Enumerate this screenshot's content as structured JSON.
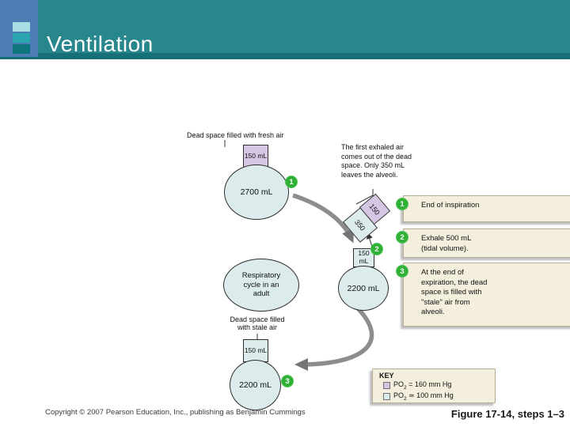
{
  "header": {
    "title": "Ventilation"
  },
  "diagram": {
    "fresh_label": "Dead space filled with fresh air",
    "stale_label": "Dead space filled with stale air",
    "tube_fresh": "150 mL",
    "tube_mid": "150 mL",
    "tube_stale": "150 mL",
    "balloon_inspiration": "2700 mL",
    "balloon_mid": "2200 mL",
    "balloon_end": "2200 mL",
    "cycle_label": "Respiratory cycle in an adult",
    "note": "The first exhaled air comes out of the dead space. Only 350 mL leaves the alveoli.",
    "segment_dead_space": "150",
    "segment_alveolar": "350"
  },
  "steps": [
    {
      "num": "1",
      "text": "End of inspiration"
    },
    {
      "num": "2",
      "text": "Exhale 500 mL (tidal volume)."
    },
    {
      "num": "3",
      "text": "At the end of expiration, the dead space is filled with \"stale\" air from alveoli."
    }
  ],
  "key": {
    "title": "KEY",
    "entries": [
      {
        "pre": "PO",
        "sub": "2",
        "post": " = 160 mm Hg"
      },
      {
        "pre": "PO",
        "sub": "2",
        "post": " ≃ 100 mm Hg"
      }
    ]
  },
  "footer": {
    "copyright": "Copyright © 2007 Pearson Education, Inc., publishing as Benjamin Cummings",
    "figure": "Figure 17-14, steps 1–3"
  },
  "colors": {
    "header_teal": "#28868D",
    "header_strip": "#176F77",
    "corner_blue": "#4D7DB5",
    "step_green": "#2EB135",
    "dead_space_purple": "#D5C6E3",
    "alveolar_blue": "#DCEBEB",
    "callout_bg": "#F4EFDC"
  }
}
